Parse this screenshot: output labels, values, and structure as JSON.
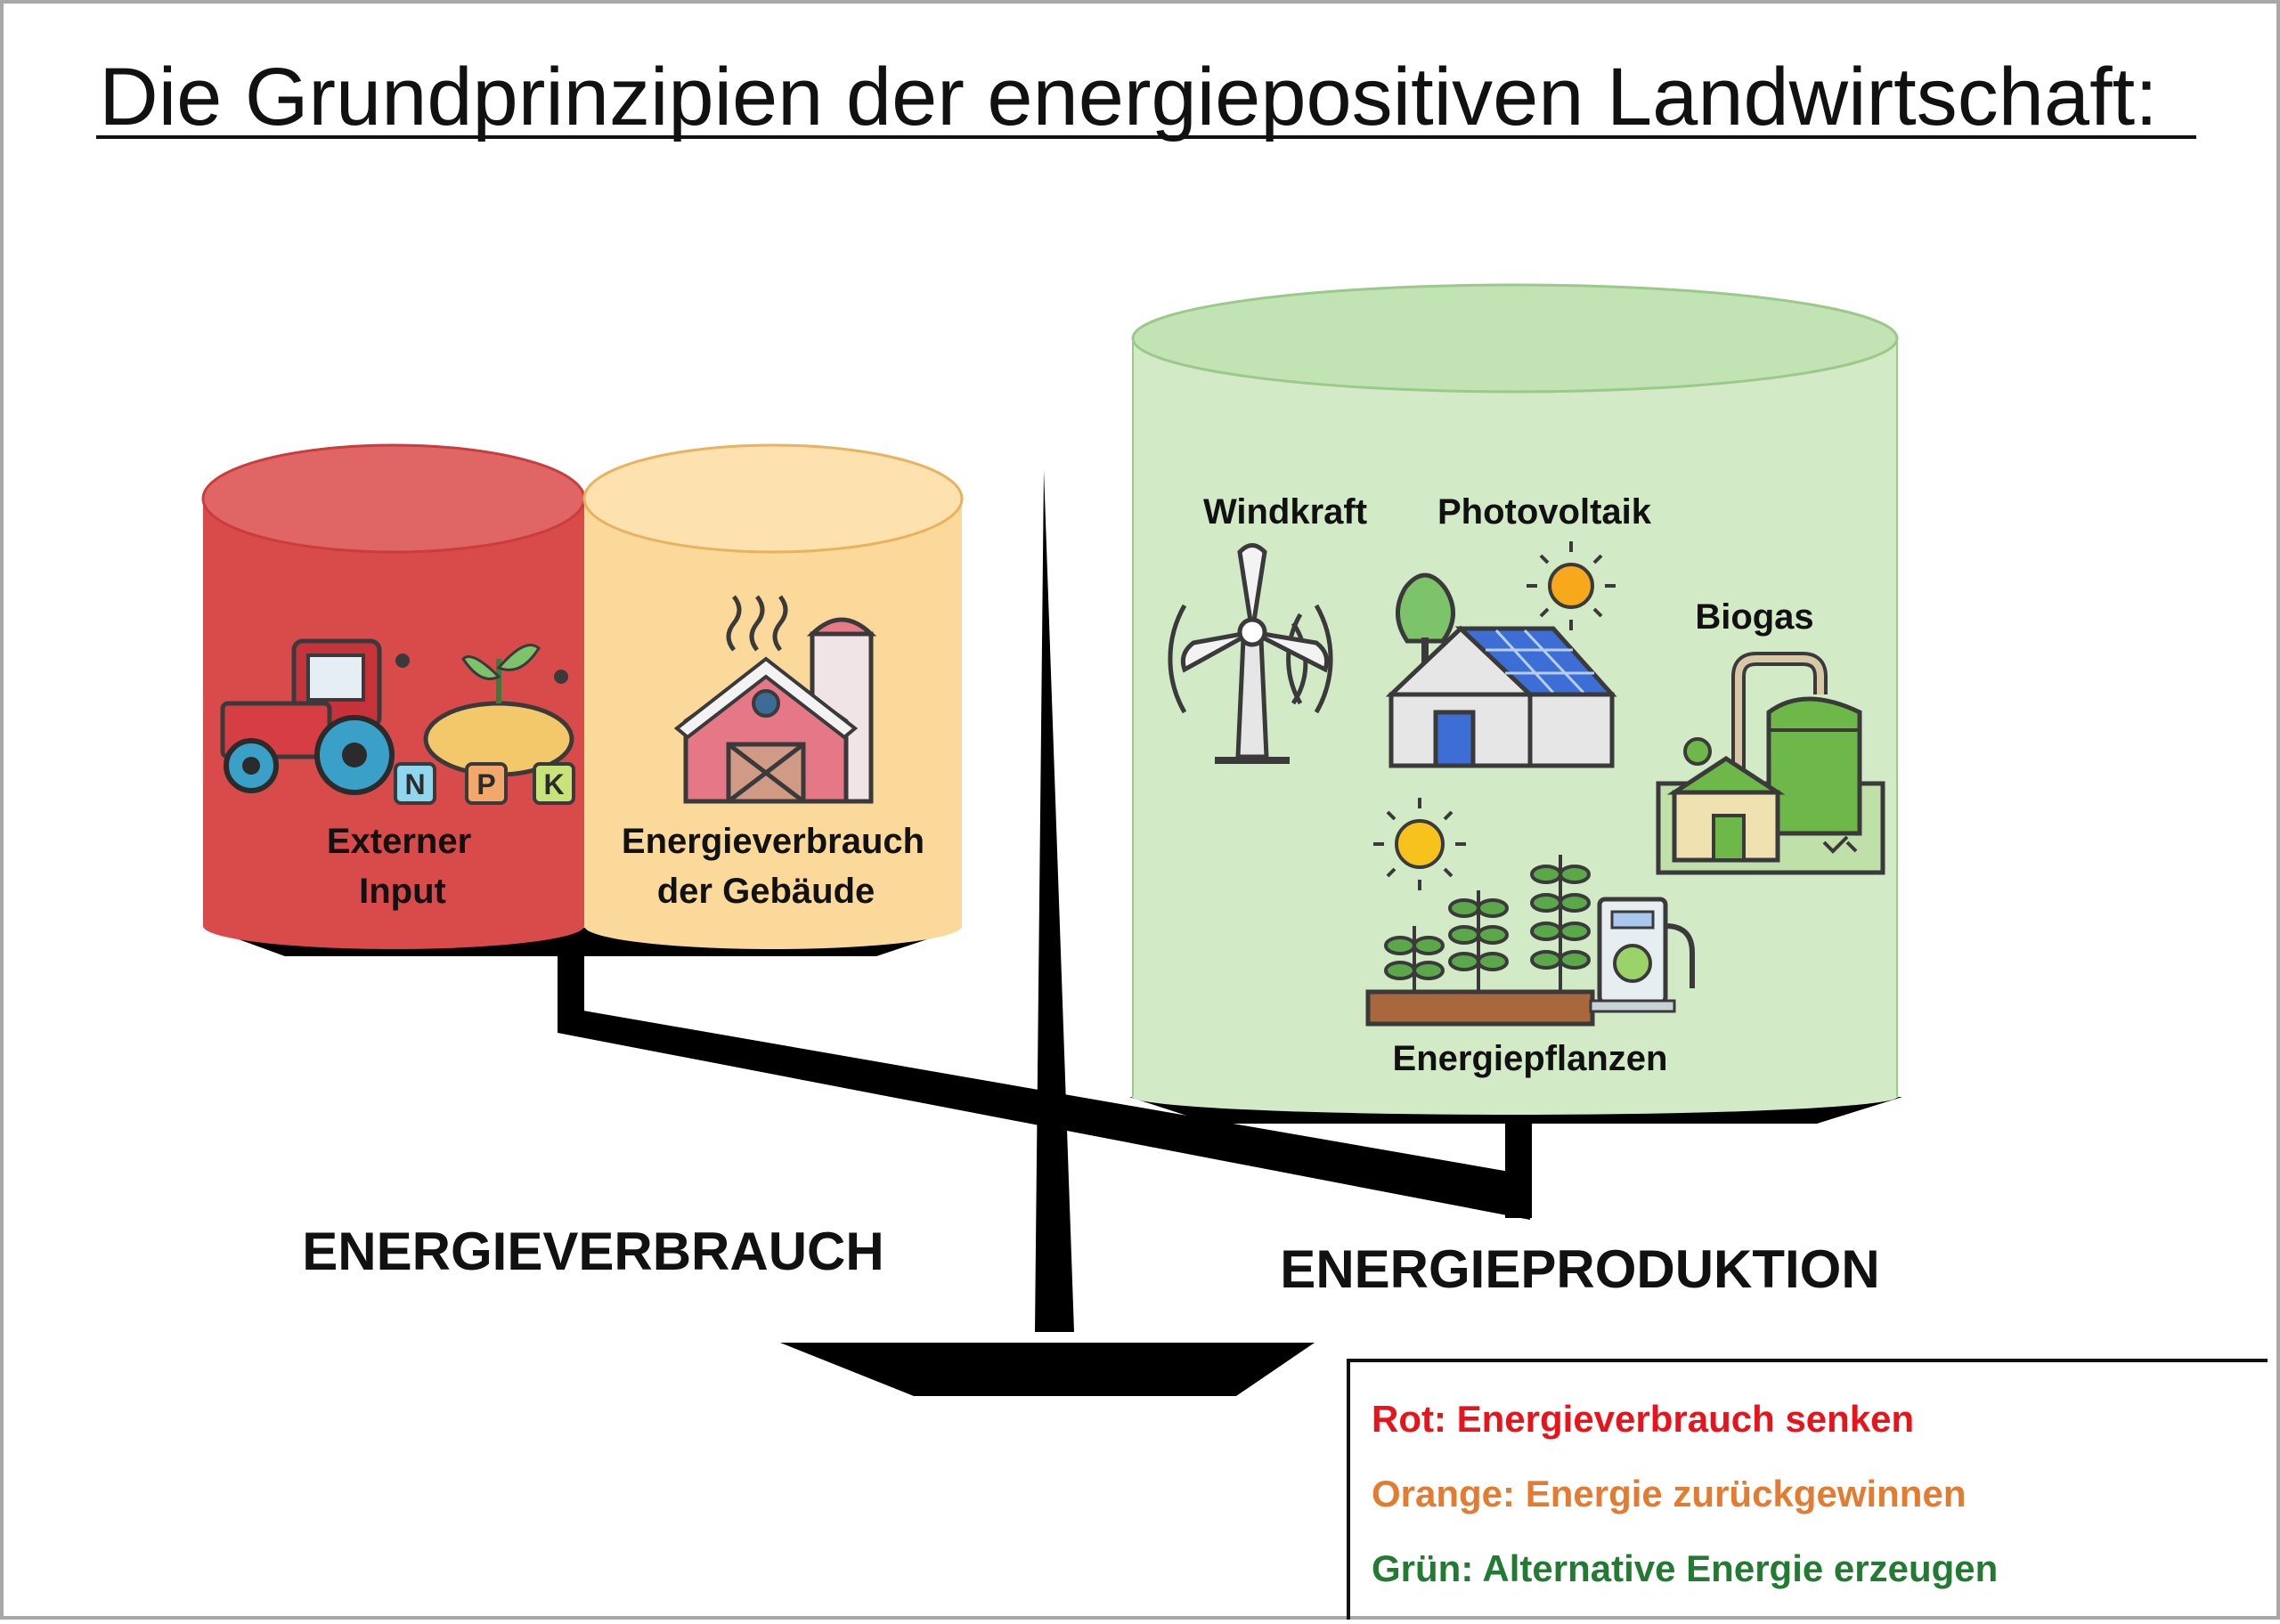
{
  "title": "Die Grundprinzipien der energiepositiven Landwirtschaft:",
  "left_side": {
    "heading": "ENERGIEVERBRAUCH",
    "containers": [
      {
        "label_line1": "Externer",
        "label_line2": "Input",
        "color": "#d94a4a",
        "icon": "tractor-npk-icon"
      },
      {
        "label_line1": "Energieverbrauch",
        "label_line2": "der Gebäude",
        "color": "#fbd99b",
        "icon": "barn-icon"
      }
    ]
  },
  "right_side": {
    "heading": "ENERGIEPRODUKTION",
    "container_color": "#d3eac7",
    "items": [
      {
        "label": "Windkraft",
        "icon": "wind-turbine-icon"
      },
      {
        "label": "Photovoltaik",
        "icon": "solar-house-icon"
      },
      {
        "label": "Biogas",
        "icon": "biogas-plant-icon"
      },
      {
        "label": "Energiepflanzen",
        "icon": "energy-crops-icon"
      }
    ]
  },
  "legend": {
    "items": [
      {
        "text": "Rot: Energieverbrauch senken",
        "color": "#e8141c"
      },
      {
        "text": "Orange: Energie zurückgewinnen",
        "color": "#e37b30"
      },
      {
        "text": "Grün: Alternative Energie erzeugen",
        "color": "#237a32"
      }
    ]
  }
}
